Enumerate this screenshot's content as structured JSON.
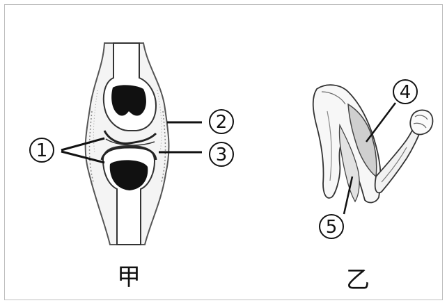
{
  "figures": {
    "left": {
      "caption": "甲",
      "labels": {
        "l1": "1",
        "l2": "2",
        "l3": "3"
      }
    },
    "right": {
      "caption": "乙",
      "labels": {
        "l4": "4",
        "l5": "5"
      }
    }
  }
}
